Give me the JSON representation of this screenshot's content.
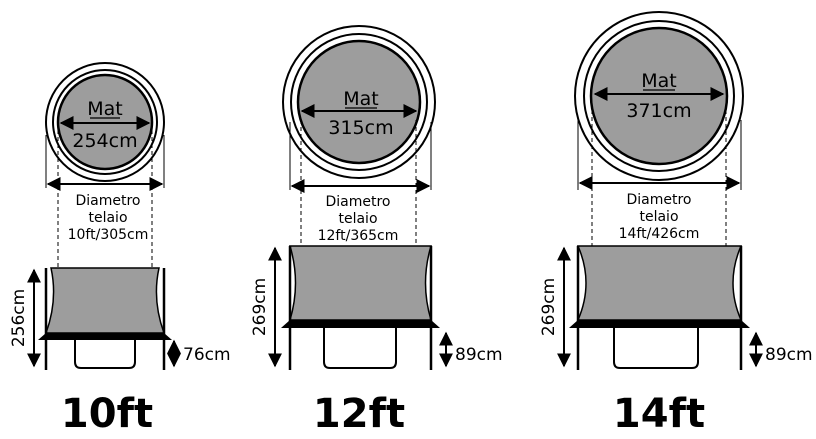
{
  "colors": {
    "mat": "#9d9d9d",
    "line": "#000000",
    "background": "#ffffff"
  },
  "models": [
    {
      "mat_title": "Mat",
      "mat_size": "254cm",
      "frame_line1": "Diametro",
      "frame_line2": "telaio",
      "frame_line3": "10ft/305cm",
      "total_height": "256cm",
      "frame_height": "76cm",
      "size": "10ft"
    },
    {
      "mat_title": "Mat",
      "mat_size": "315cm",
      "frame_line1": "Diametro",
      "frame_line2": "telaio",
      "frame_line3": "12ft/365cm",
      "total_height": "269cm",
      "frame_height": "89cm",
      "size": "12ft"
    },
    {
      "mat_title": "Mat",
      "mat_size": "371cm",
      "frame_line1": "Diametro",
      "frame_line2": "telaio",
      "frame_line3": "14ft/426cm",
      "total_height": "269cm",
      "frame_height": "89cm",
      "size": "14ft"
    }
  ]
}
